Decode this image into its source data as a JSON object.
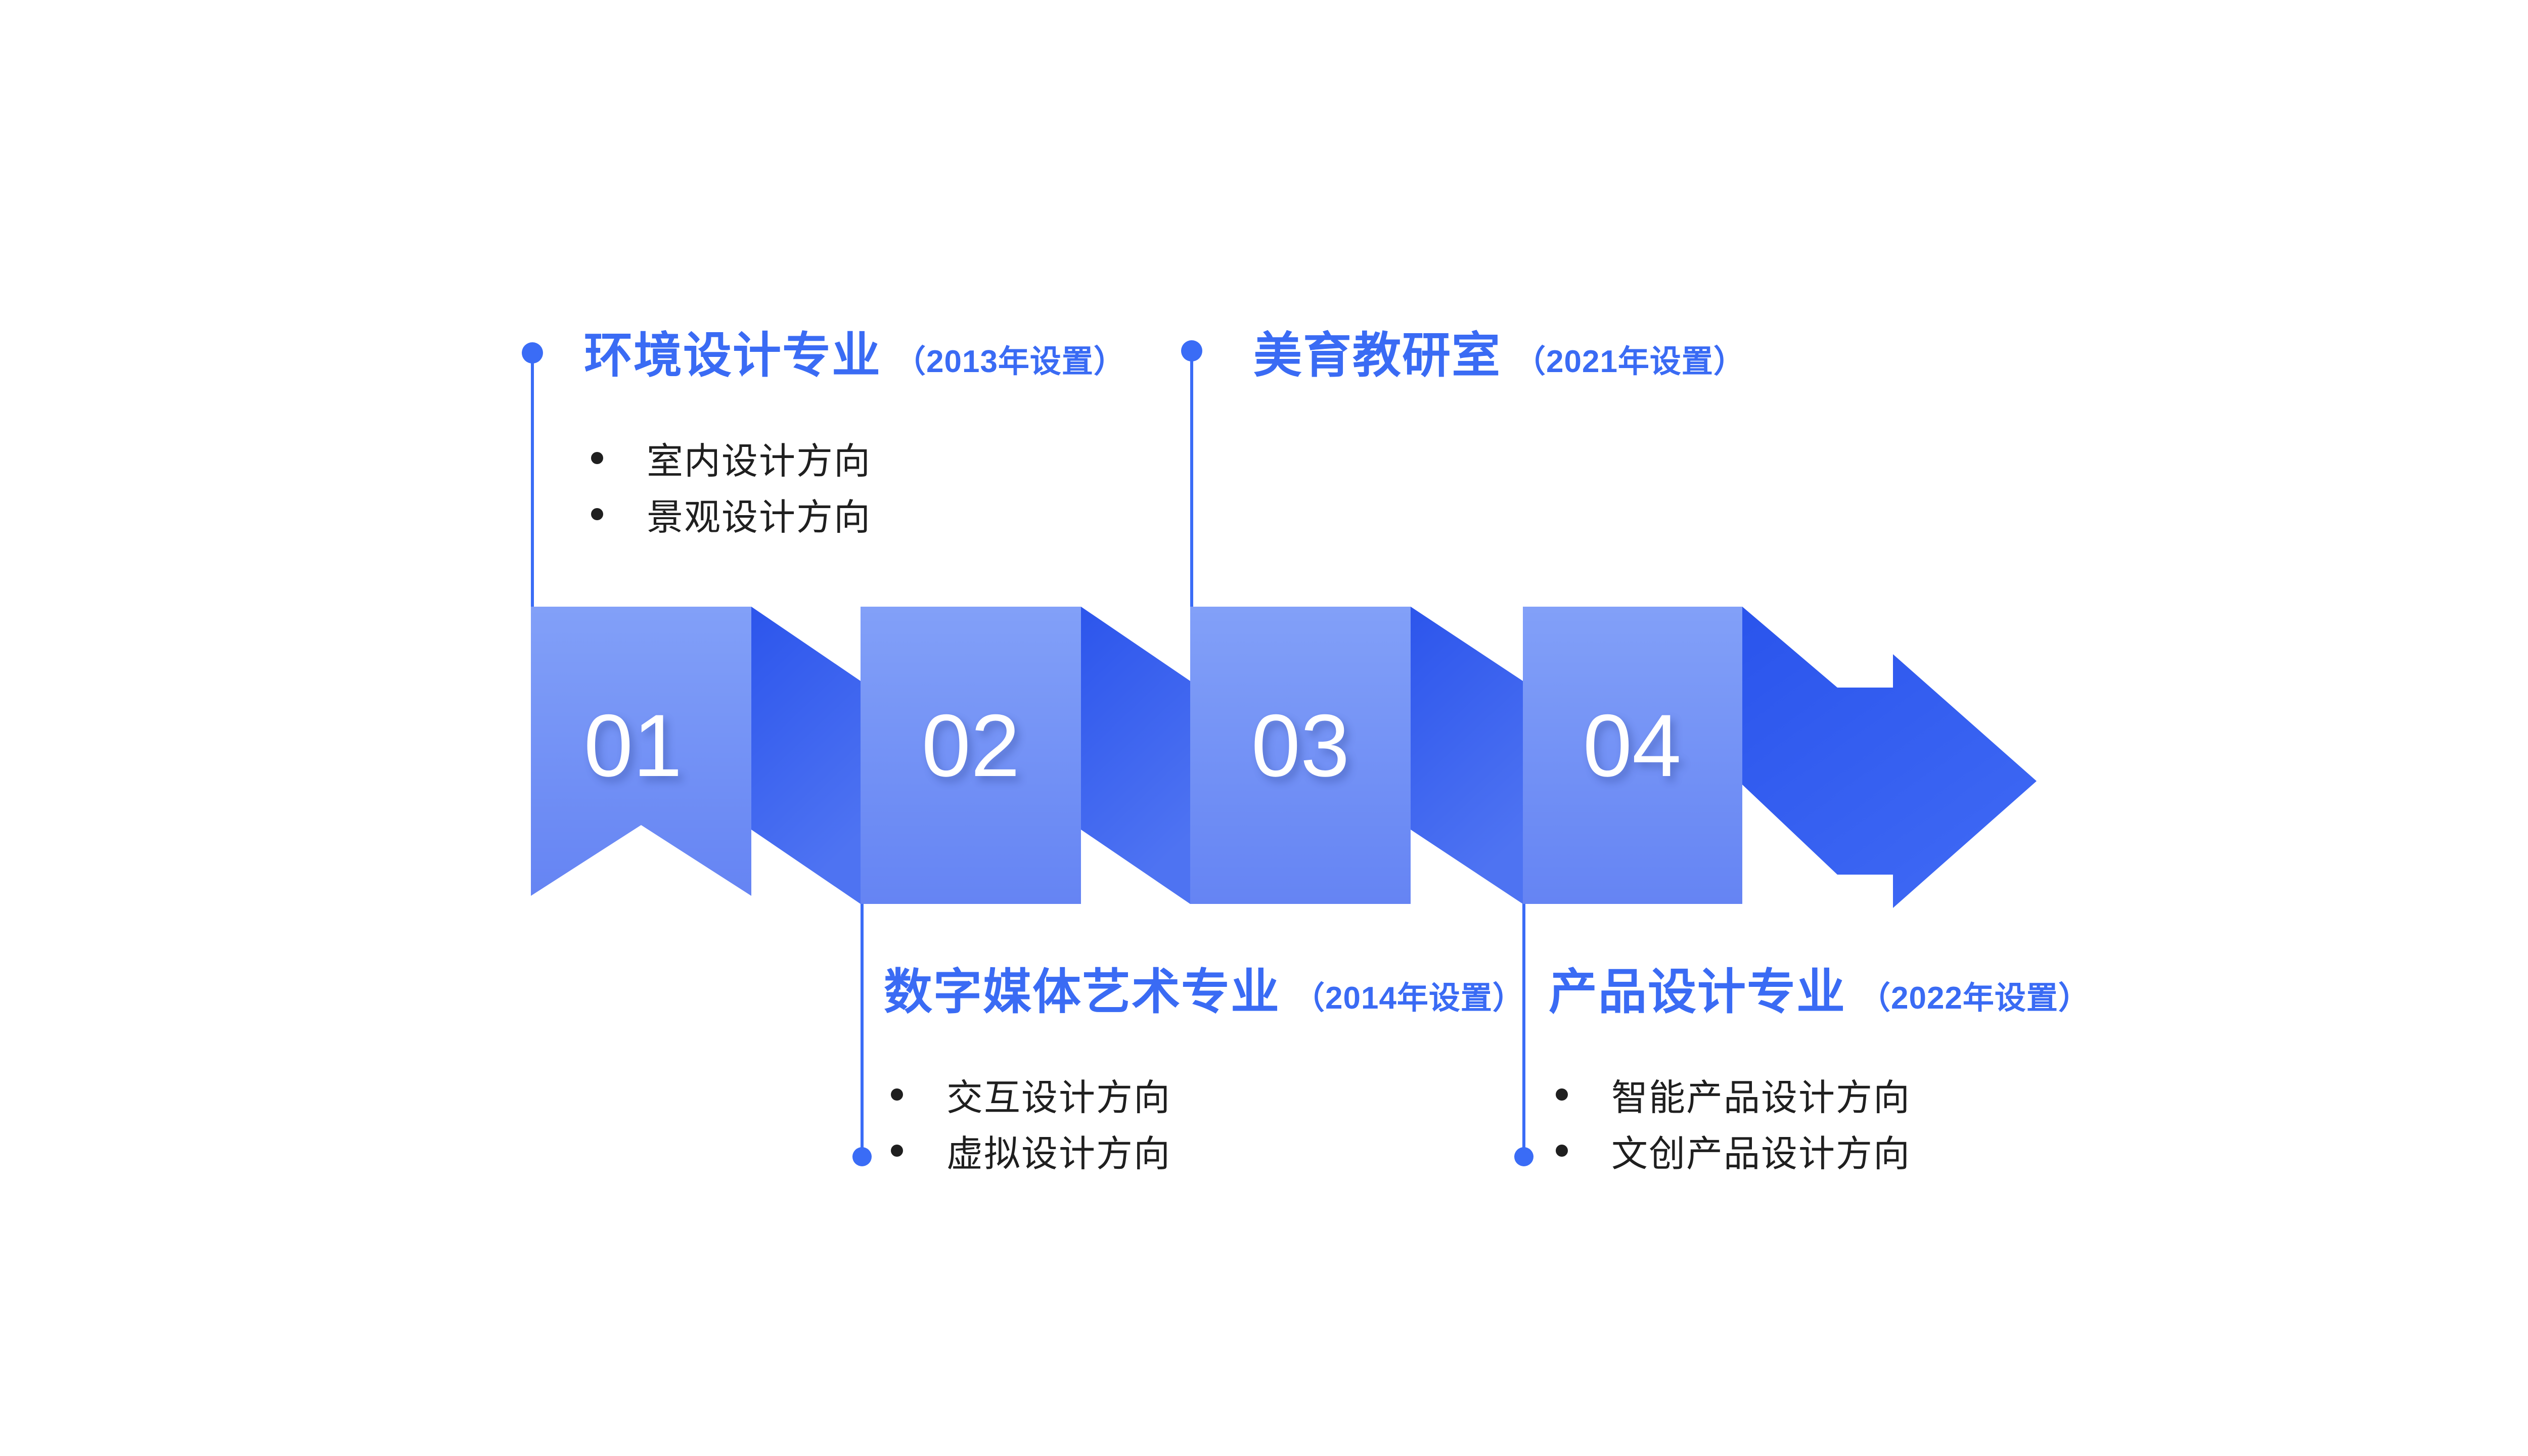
{
  "slide": {
    "background": "#FFFFFF"
  },
  "steps": [
    {
      "number": "01",
      "title": "环境设计专业",
      "year": "（2013年设置）",
      "label_position": "top",
      "bullets": [
        "室内设计方向",
        "景观设计方向"
      ]
    },
    {
      "number": "02",
      "title": "数字媒体艺术专业",
      "year": "（2014年设置）",
      "label_position": "bottom",
      "bullets": [
        "交互设计方向",
        "虚拟设计方向"
      ]
    },
    {
      "number": "03",
      "title": "美育教研室",
      "year": "（2021年设置）",
      "label_position": "top",
      "bullets": []
    },
    {
      "number": "04",
      "title": "产品设计专业",
      "year": "（2022年设置）",
      "label_position": "bottom",
      "bullets": [
        "智能产品设计方向",
        "文创产品设计方向"
      ]
    }
  ],
  "colors": {
    "accent_blue": "#3A6BF4",
    "connector_blue": "#3A6CF6",
    "block_gradient_top": "#82A0F8",
    "block_gradient_bottom": "#6584F3",
    "fold_gradient_dark": "#2C55EC",
    "fold_gradient_light": "#4E73F2",
    "arrow_dark": "#2A54EC",
    "arrow_light": "#3E68F4",
    "number_text": "#FFFFFF",
    "bullet_text": "#1F1F1F"
  }
}
